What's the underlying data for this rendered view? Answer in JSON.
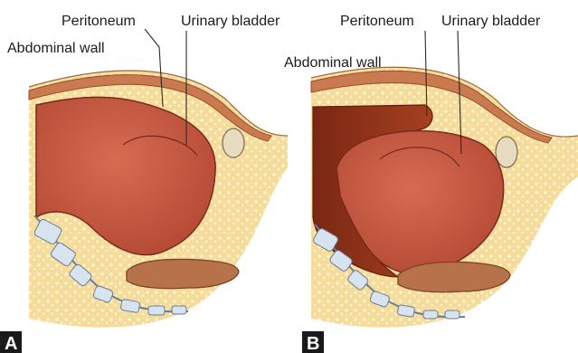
{
  "panels": [
    {
      "letter": "A",
      "labels": {
        "peritoneum": "Peritoneum",
        "urinary_bladder": "Urinary bladder",
        "abdominal_wall": "Abdominal wall"
      }
    },
    {
      "letter": "B",
      "labels": {
        "peritoneum": "Peritoneum",
        "urinary_bladder": "Urinary bladder",
        "abdominal_wall": "Abdominal wall"
      }
    }
  ],
  "colors": {
    "fat": "#f6dc9a",
    "fat_dots": "#fff7df",
    "muscle": "#c97a4e",
    "muscle_dark": "#9b4a2c",
    "bladder": "#c75a43",
    "bladder_outline": "#7a2a1c",
    "cavity_dark": "#8c2e18",
    "rectum": "#b8724a",
    "vertebra": "#d7e3ee",
    "vertebra_outline": "#6a7d93",
    "letter_box": "#1a1a1a"
  }
}
